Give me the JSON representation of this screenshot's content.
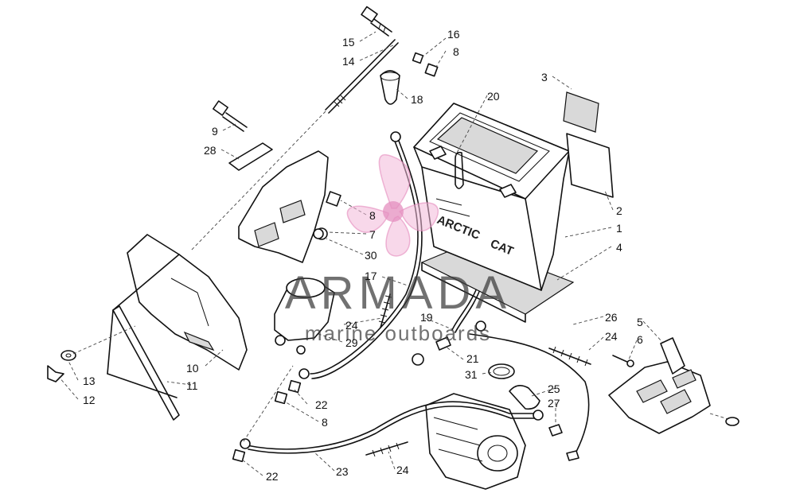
{
  "diagram": {
    "callouts": [
      {
        "id": "c15",
        "text": "15"
      },
      {
        "id": "c16",
        "text": "16"
      },
      {
        "id": "c8a",
        "text": "8"
      },
      {
        "id": "c14",
        "text": "14"
      },
      {
        "id": "c18",
        "text": "18"
      },
      {
        "id": "c20",
        "text": "20"
      },
      {
        "id": "c3",
        "text": "3"
      },
      {
        "id": "c9",
        "text": "9"
      },
      {
        "id": "c28",
        "text": "28"
      },
      {
        "id": "c2",
        "text": "2"
      },
      {
        "id": "c1",
        "text": "1"
      },
      {
        "id": "c8b",
        "text": "8"
      },
      {
        "id": "c7",
        "text": "7"
      },
      {
        "id": "c4",
        "text": "4"
      },
      {
        "id": "c30",
        "text": "30"
      },
      {
        "id": "c17",
        "text": "17"
      },
      {
        "id": "c19",
        "text": "19"
      },
      {
        "id": "c26",
        "text": "26"
      },
      {
        "id": "c5",
        "text": "5"
      },
      {
        "id": "c24a",
        "text": "24"
      },
      {
        "id": "c29",
        "text": "29"
      },
      {
        "id": "c24b",
        "text": "24"
      },
      {
        "id": "c6",
        "text": "6"
      },
      {
        "id": "c21",
        "text": "21"
      },
      {
        "id": "c10",
        "text": "10"
      },
      {
        "id": "c13",
        "text": "13"
      },
      {
        "id": "c11",
        "text": "11"
      },
      {
        "id": "c31",
        "text": "31"
      },
      {
        "id": "c25",
        "text": "25"
      },
      {
        "id": "c12",
        "text": "12"
      },
      {
        "id": "c22a",
        "text": "22"
      },
      {
        "id": "c27",
        "text": "27"
      },
      {
        "id": "c8c",
        "text": "8"
      },
      {
        "id": "c22b",
        "text": "22"
      },
      {
        "id": "c23",
        "text": "23"
      },
      {
        "id": "c24c",
        "text": "24"
      }
    ],
    "battery_brand_left": "ARCTIC",
    "battery_brand_right": "CAT"
  },
  "watermark": {
    "title": "ARMADA",
    "subtitle": "marine outboards",
    "colors": {
      "petal": "#f2b8d8",
      "hub": "#e48fbf",
      "text": "#3a3a3a"
    }
  },
  "colors": {
    "line": "#111111",
    "background": "#ffffff"
  }
}
